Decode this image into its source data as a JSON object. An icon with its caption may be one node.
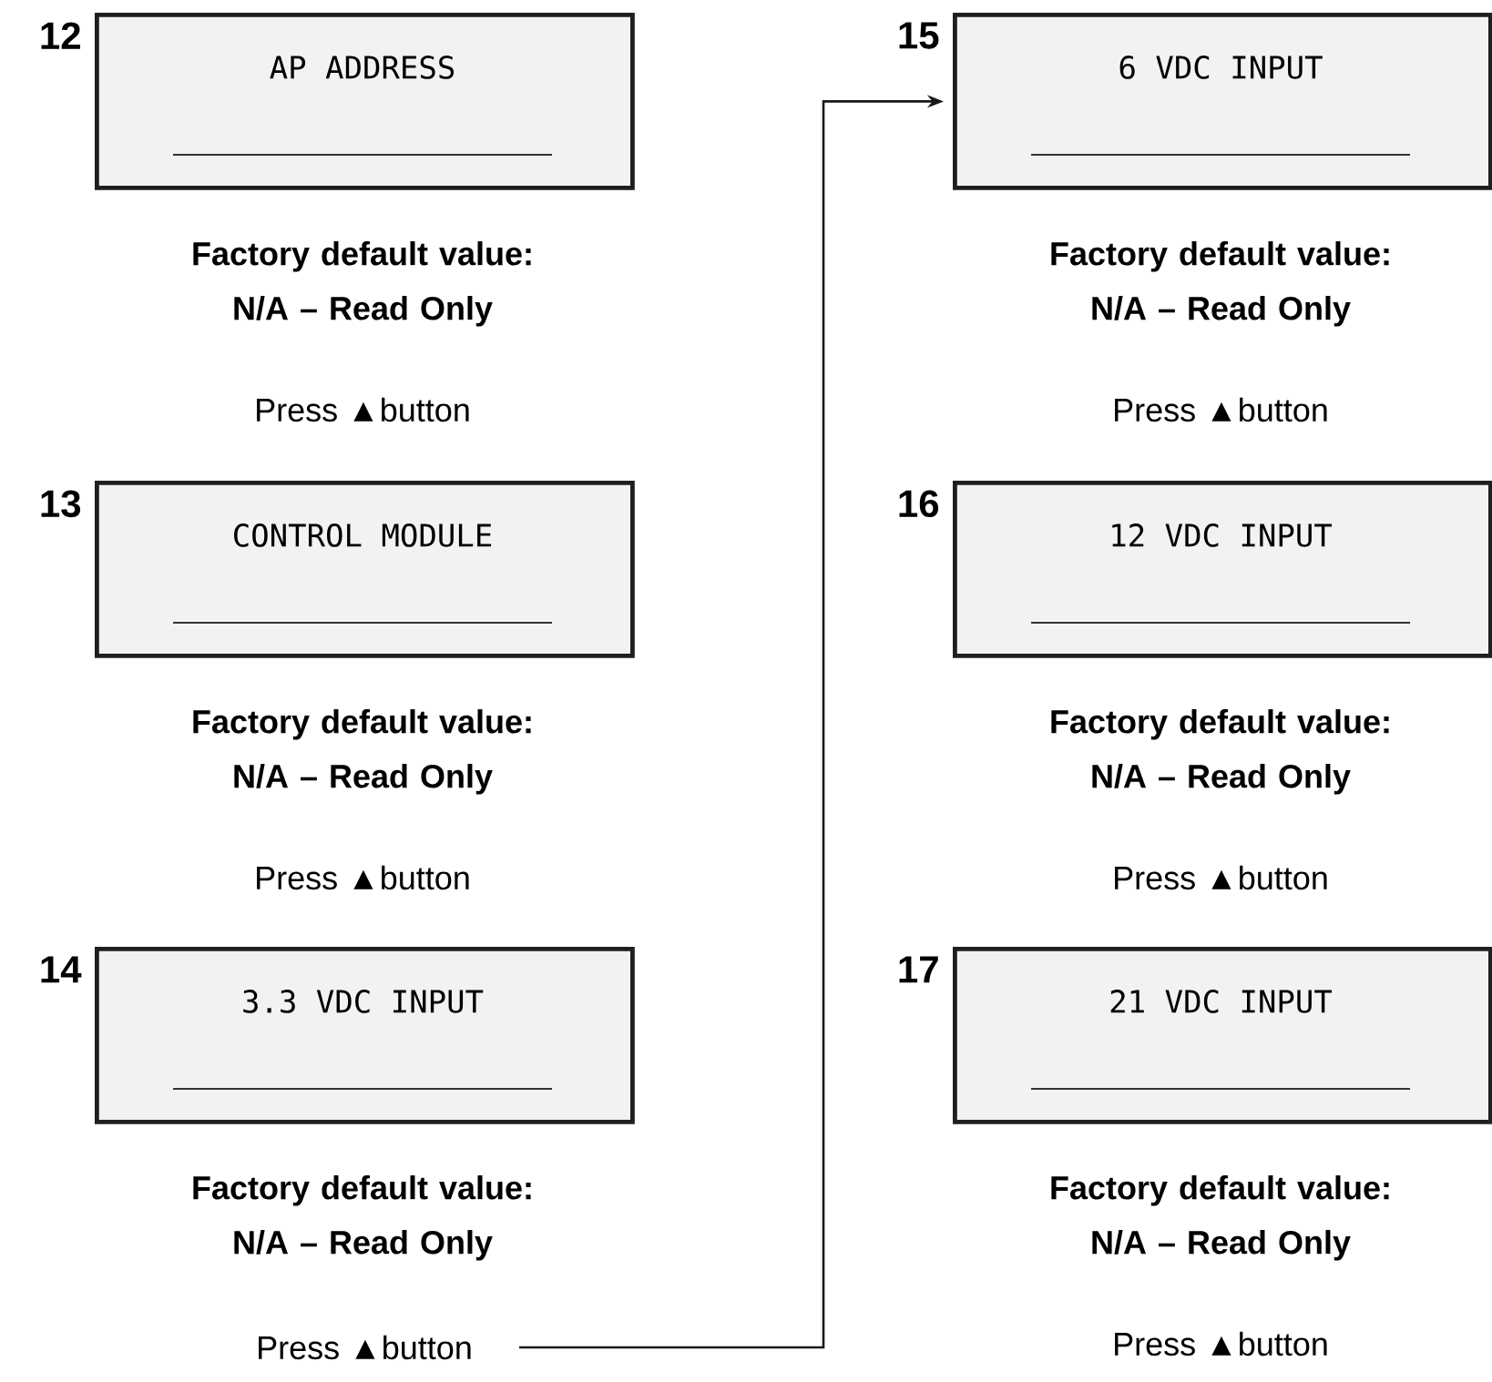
{
  "diagram": {
    "nodes": [
      {
        "text": [
          "12",
          "AP ADDRESS"
        ],
        "beside": [
          "Factory default value: N/A – Read Only",
          "Press ▲button"
        ]
      },
      {
        "text": [
          "13",
          "CONTROL MODULE"
        ],
        "beside": [
          "Factory default value: N/A – Read Only",
          "Press ▲button"
        ]
      },
      {
        "text": [
          "14",
          "3.3 VDC INPUT"
        ],
        "beside": [
          "Factory default value: N/A – Read Only"
        ]
      },
      {
        "text": [
          "Press ▲button"
        ]
      },
      {
        "text": [
          "15",
          "6 VDC INPUT"
        ],
        "beside": [
          "Factory default value: N/A – Read Only",
          "Press ▲button"
        ]
      },
      {
        "text": [
          "16",
          "12 VDC INPUT"
        ],
        "beside": [
          "Factory default value: N/A – Read Only",
          "Press ▲button"
        ]
      },
      {
        "text": [
          "17",
          "21 VDC INPUT"
        ],
        "beside": [
          "Factory default value: N/A – Read Only",
          "Press ▲button"
        ]
      }
    ],
    "edges": [
      {
        "from": 3,
        "to": 4,
        "arrow": "to"
      }
    ]
  }
}
